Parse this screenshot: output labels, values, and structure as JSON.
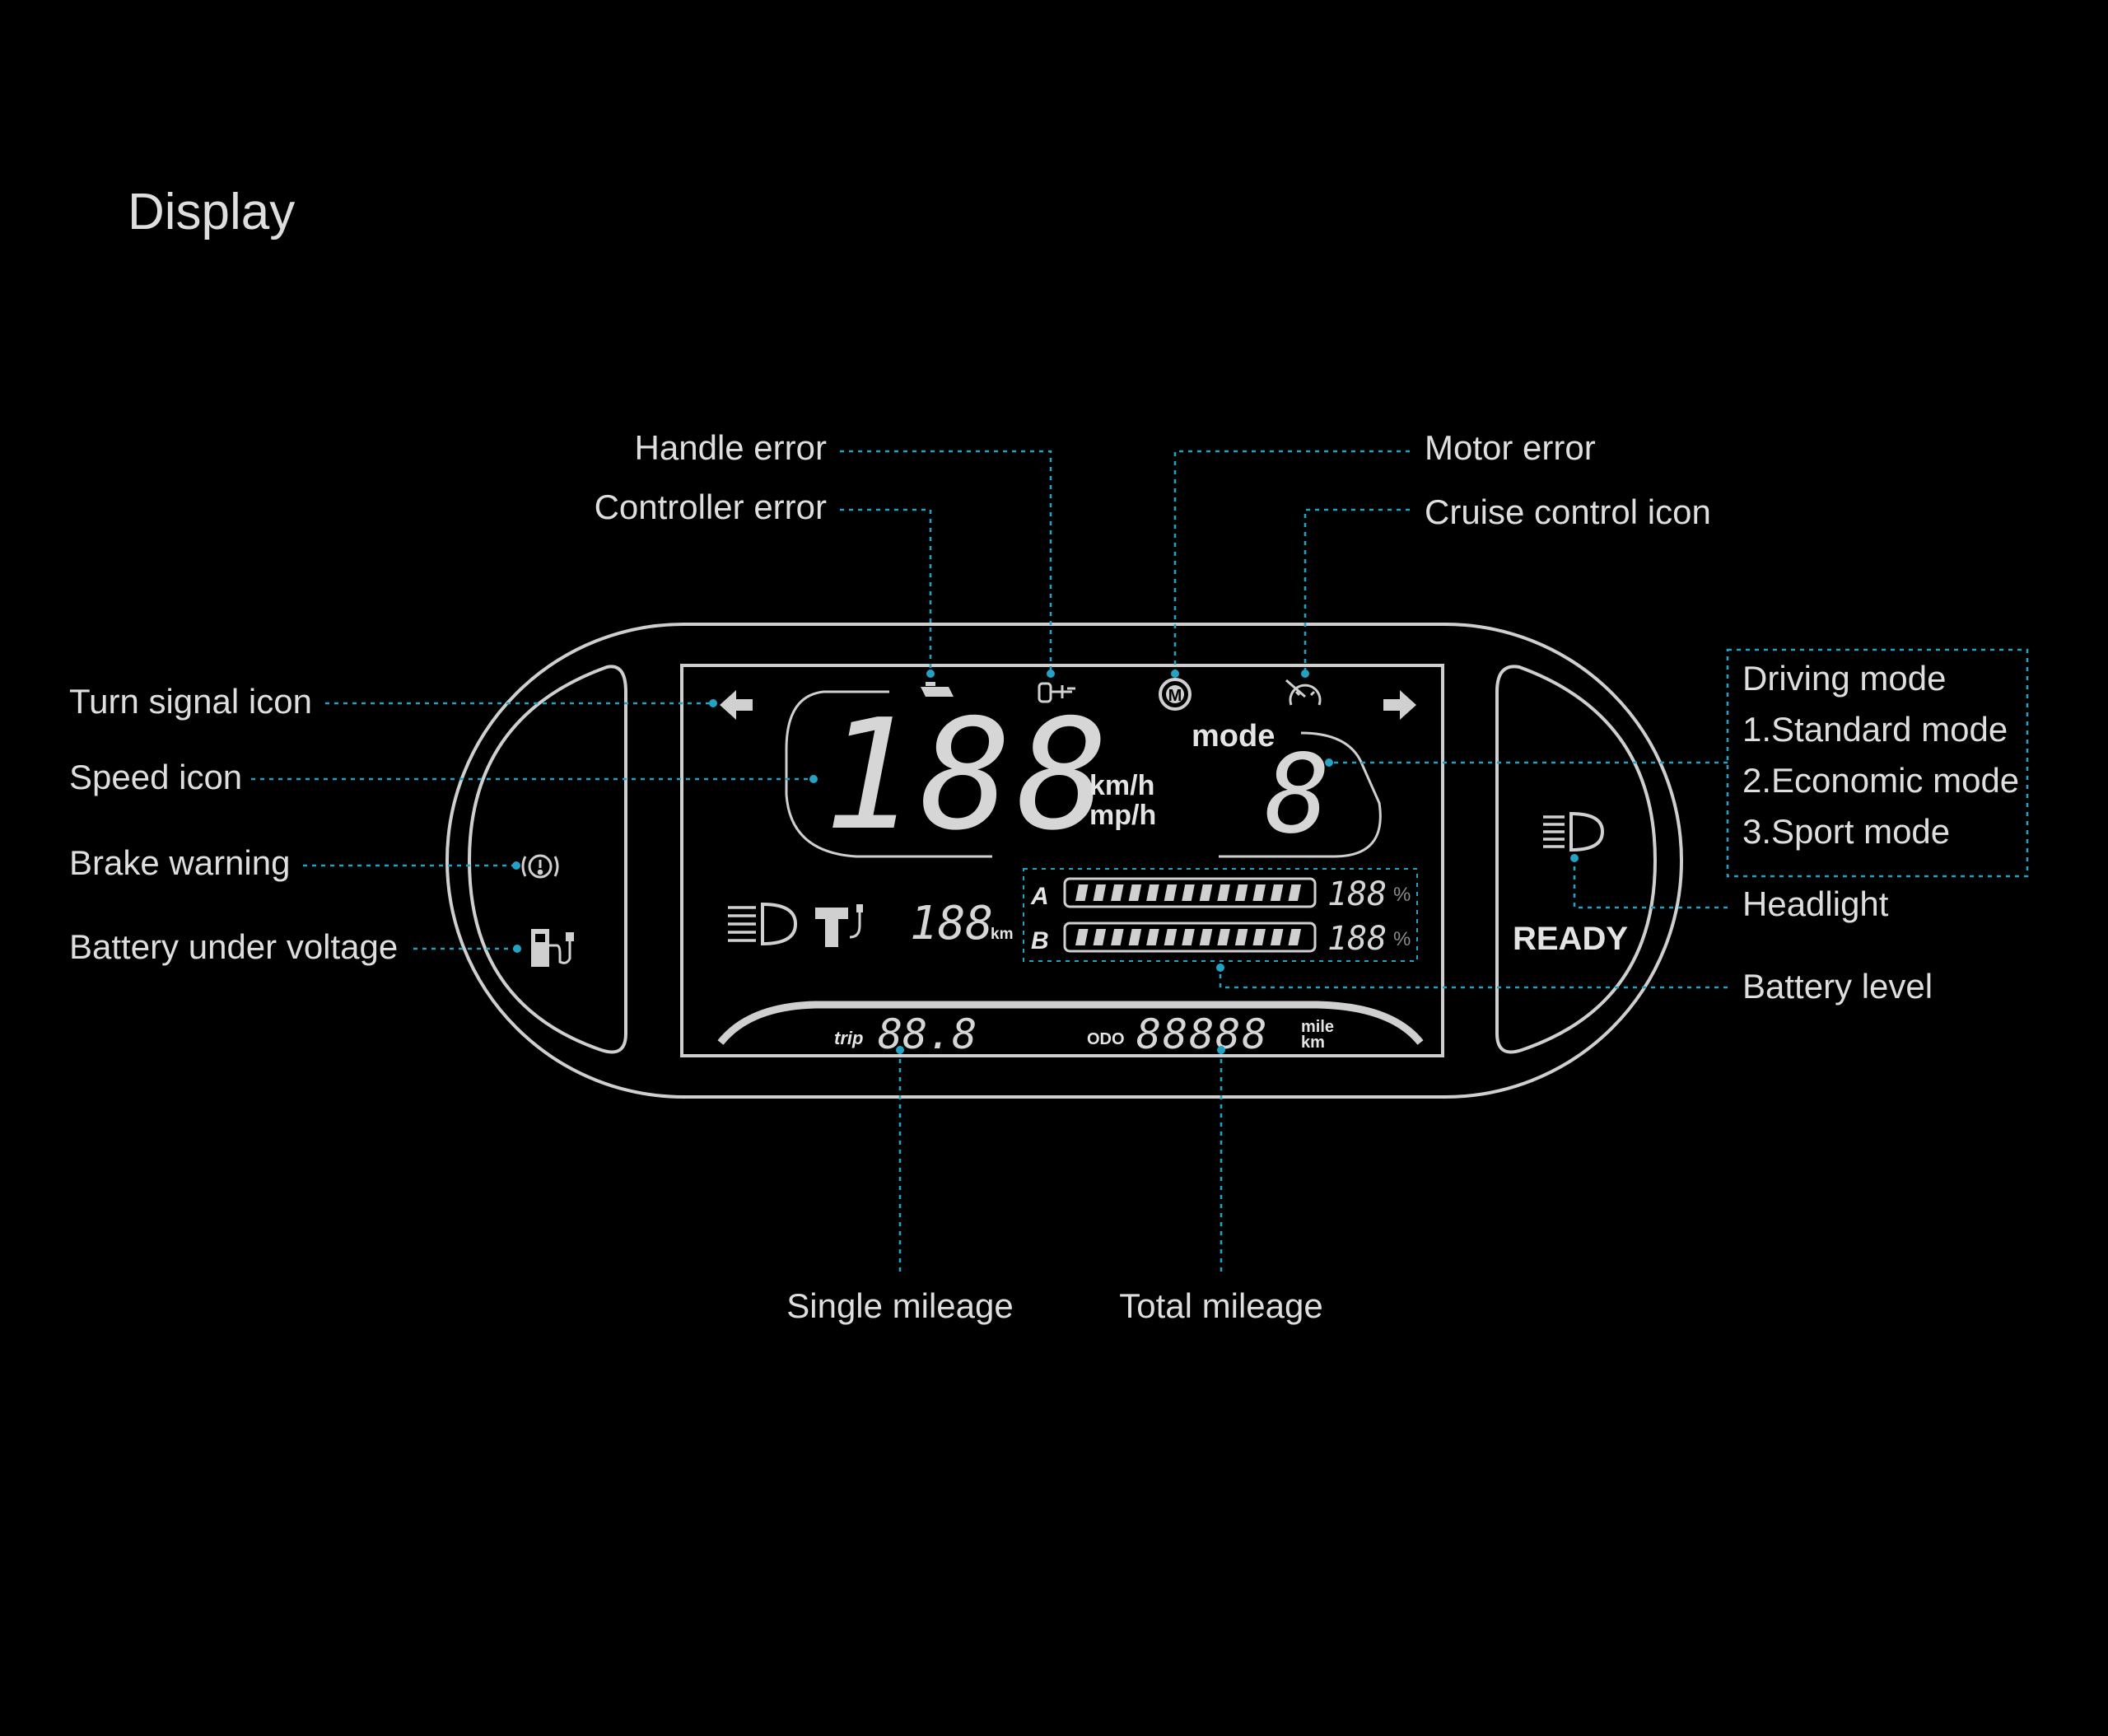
{
  "page": {
    "title": "Display",
    "accent_color": "#22a3c4",
    "background_color": "#000000"
  },
  "labels": {
    "handle_error": "Handle error",
    "controller_error": "Controller error",
    "motor_error": "Motor error",
    "cruise_control": "Cruise control icon",
    "turn_signal": "Turn signal icon",
    "speed": "Speed icon",
    "brake_warning": "Brake warning",
    "battery_under_voltage": "Battery under voltage",
    "driving_mode_title": "Driving mode",
    "driving_modes": [
      "1.Standard mode",
      "2.Economic mode",
      "3.Sport mode"
    ],
    "headlight": "Headlight",
    "battery_level": "Battery level",
    "single_mileage": "Single mileage",
    "total_mileage": "Total mileage"
  },
  "lcd": {
    "speed_digits": "188",
    "speed_unit_kmh": "km/h",
    "speed_unit_mph": "mp/h",
    "mode_label": "mode",
    "mode_digit": "8",
    "range_digits": "188",
    "range_unit": "km",
    "battery_a_label": "A",
    "battery_b_label": "B",
    "battery_a_percent": "188",
    "battery_b_percent": "188",
    "percent_sign": "%",
    "battery_segments": 13,
    "trip_label": "trip",
    "trip_digits": "88.8",
    "odo_label": "ODO",
    "odo_digits": "88888",
    "odo_unit_mile": "mile",
    "odo_unit_km": "km",
    "ready": "READY"
  },
  "icons": [
    "turn-left-arrow-icon",
    "turn-right-arrow-icon",
    "controller-error-icon",
    "handle-error-icon",
    "motor-error-icon",
    "cruise-control-icon",
    "brake-warning-icon",
    "battery-under-voltage-icon",
    "headlight-icon",
    "high-beam-icon",
    "charging-icon"
  ]
}
